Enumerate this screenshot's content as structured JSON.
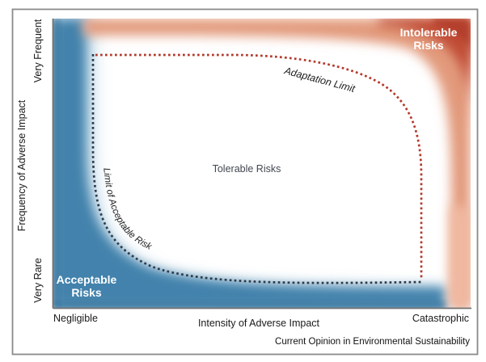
{
  "figure": {
    "attribution": "Current Opinion in Environmental Sustainability",
    "axes": {
      "y_title": "Frequency of Adverse Impact",
      "y_max_label": "Very Frequent",
      "y_min_label": "Very Rare",
      "x_title": "Intensity of Adverse Impact",
      "x_min_label": "Negligible",
      "x_max_label": "Catastrophic"
    },
    "regions": {
      "acceptable": {
        "line1": "Acceptable",
        "line2": "Risks",
        "color": "#4282ac"
      },
      "tolerable": {
        "label": "Tolerable Risks",
        "color": "#ffffff"
      },
      "intolerable": {
        "line1": "Intolerable",
        "line2": "Risks",
        "color": "#bf4a33"
      }
    },
    "curves": {
      "adaptation_limit": {
        "label": "Adaptation Limit",
        "color": "#b23a2b",
        "style": "dotted"
      },
      "acceptable_limit": {
        "label": "Limit of Acceptable Risk",
        "color": "#2f3a49",
        "style": "dotted"
      }
    },
    "colors": {
      "blue_core": "#4282ac",
      "blue_glow": "#9dc3da",
      "blue_edge": "#2d6d99",
      "orange_band": "#e29a7c",
      "red_corner": "#c04c35",
      "red_deep": "#b23d29",
      "salmon": "#f3bda6",
      "axis_line": "#707070",
      "border": "#8a8a8a"
    }
  },
  "chart_data": {
    "type": "area",
    "title": "",
    "xlabel": "Intensity of Adverse Impact",
    "ylabel": "Frequency of Adverse Impact",
    "x_range_labels": [
      "Negligible",
      "Catastrophic"
    ],
    "y_range_labels": [
      "Very Rare",
      "Very Frequent"
    ],
    "grid": false,
    "legend": "none",
    "regions": [
      {
        "name": "Acceptable Risks",
        "location": "bottom-left",
        "color": "#4282ac",
        "label_color": "#ffffff"
      },
      {
        "name": "Tolerable Risks",
        "location": "center",
        "color": "#ffffff",
        "label_color": "#42474f"
      },
      {
        "name": "Intolerable Risks",
        "location": "top-right",
        "color": "#bf4a33",
        "label_color": "#ffffff"
      }
    ],
    "boundaries": [
      {
        "name": "Limit of Acceptable Risk",
        "style": "dotted",
        "color": "#2f3a49",
        "separates": [
          "Acceptable Risks",
          "Tolerable Risks"
        ],
        "points_norm_xy": [
          [
            0.097,
            0.877
          ],
          [
            0.097,
            0.547
          ],
          [
            0.155,
            0.198
          ],
          [
            0.261,
            0.126
          ],
          [
            0.551,
            0.089
          ],
          [
            0.882,
            0.089
          ]
        ]
      },
      {
        "name": "Adaptation Limit",
        "style": "dotted",
        "color": "#b23a2b",
        "separates": [
          "Tolerable Risks",
          "Intolerable Risks"
        ],
        "points_norm_xy": [
          [
            0.103,
            0.874
          ],
          [
            0.455,
            0.874
          ],
          [
            0.706,
            0.835
          ],
          [
            0.803,
            0.765
          ],
          [
            0.87,
            0.617
          ],
          [
            0.882,
            0.464
          ],
          [
            0.882,
            0.101
          ]
        ]
      }
    ],
    "source": "Current Opinion in Environmental Sustainability"
  }
}
